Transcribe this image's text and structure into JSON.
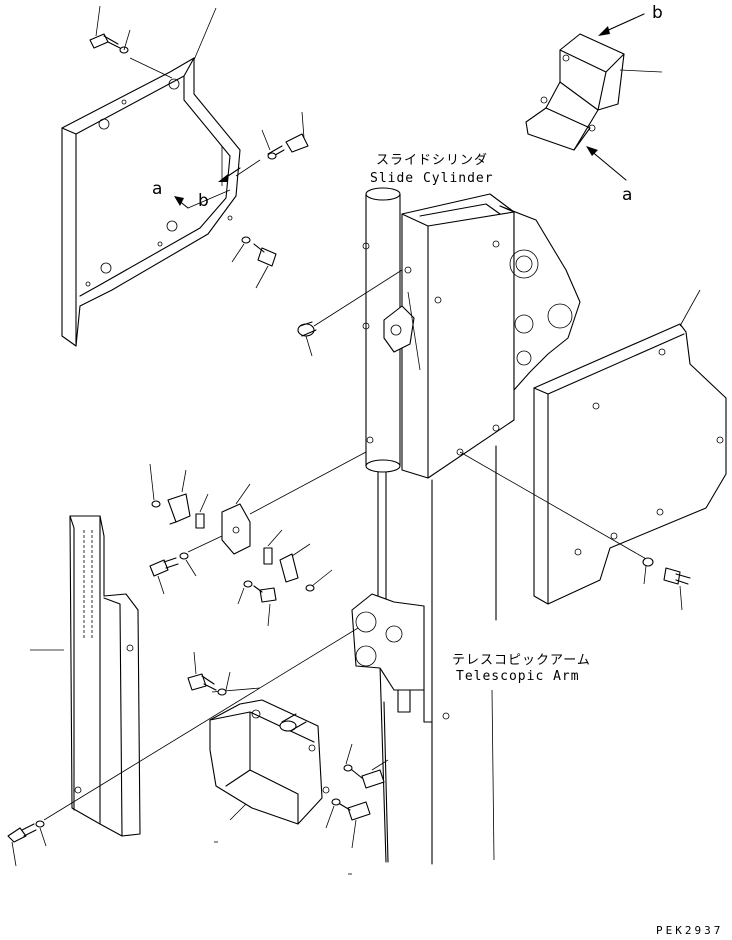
{
  "labels": {
    "slide_cylinder_jp": "スライドシリンダ",
    "slide_cylinder_en": "Slide Cylinder",
    "telescopic_arm_jp": "テレスコピックアーム",
    "telescopic_arm_en": "Telescopic Arm",
    "view_a_top": "a",
    "view_b_top": "b",
    "view_a_left": "a",
    "view_b_left": "b",
    "drawing_code": "PEK2937"
  }
}
